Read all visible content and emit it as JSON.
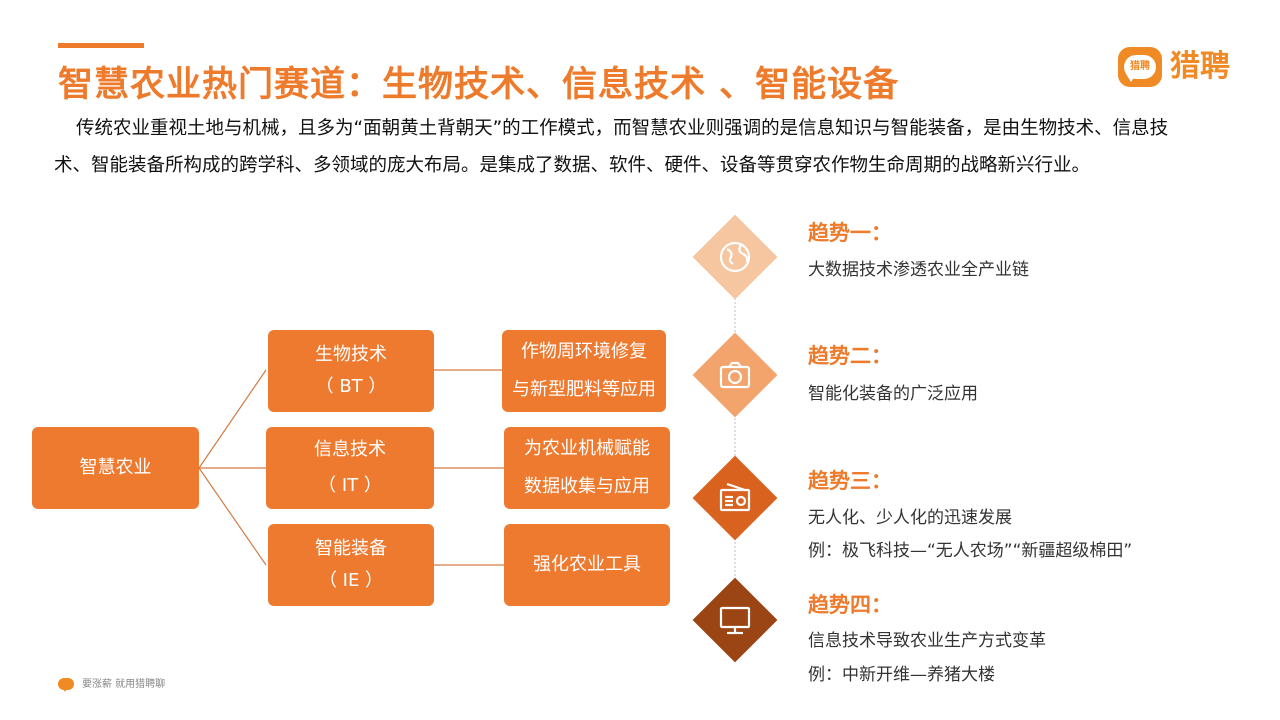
{
  "header": {
    "title": "智慧农业热门赛道：生物技术、信息技术 、智能设备",
    "logo_badge": "猎聘",
    "logo_text": "猎聘"
  },
  "intro": "传统农业重视土地与机械，且多为“面朝黄土背朝天”的工作模式，而智慧农业则强调的是信息知识与智能装备，是由生物技术、信息技术、智能装备所构成的跨学科、多领域的庞大布局。是集成了数据、软件、硬件、设备等贯穿农作物生命周期的战略新兴行业。",
  "tree": {
    "root": "智慧农业",
    "branches": [
      {
        "name": "生物技术",
        "abbr": "（ BT ）",
        "detail_1": "作物周环境修复",
        "detail_2": "与新型肥料等应用"
      },
      {
        "name": "信息技术",
        "abbr": "（ IT ）",
        "detail_1": "为农业机械赋能",
        "detail_2": "数据收集与应用"
      },
      {
        "name": "智能装备",
        "abbr": "（ IE ）",
        "detail_1": "强化农业工具",
        "detail_2": ""
      }
    ]
  },
  "trends": [
    {
      "title": "趋势一：",
      "lines": [
        "大数据技术渗透农业全产业链"
      ],
      "icon": "globe-icon",
      "color": "#f5c6a0"
    },
    {
      "title": "趋势二：",
      "lines": [
        "智能化装备的广泛应用"
      ],
      "icon": "camera-icon",
      "color": "#f2a46c"
    },
    {
      "title": "趋势三：",
      "lines": [
        "无人化、少人化的迅速发展",
        "例：极飞科技—“无人农场”“新疆超级棉田”"
      ],
      "icon": "radio-icon",
      "color": "#d9621f"
    },
    {
      "title": "趋势四：",
      "lines": [
        "信息技术导致农业生产方式变革",
        "例：中新开维—养猪大楼"
      ],
      "icon": "monitor-icon",
      "color": "#9b4414"
    }
  ],
  "colors": {
    "accent": "#ee7a2b",
    "box": "#ee7a30",
    "line": "#d27a45"
  },
  "footer": {
    "slogan": "要涨薪 就用猎聘聊"
  }
}
